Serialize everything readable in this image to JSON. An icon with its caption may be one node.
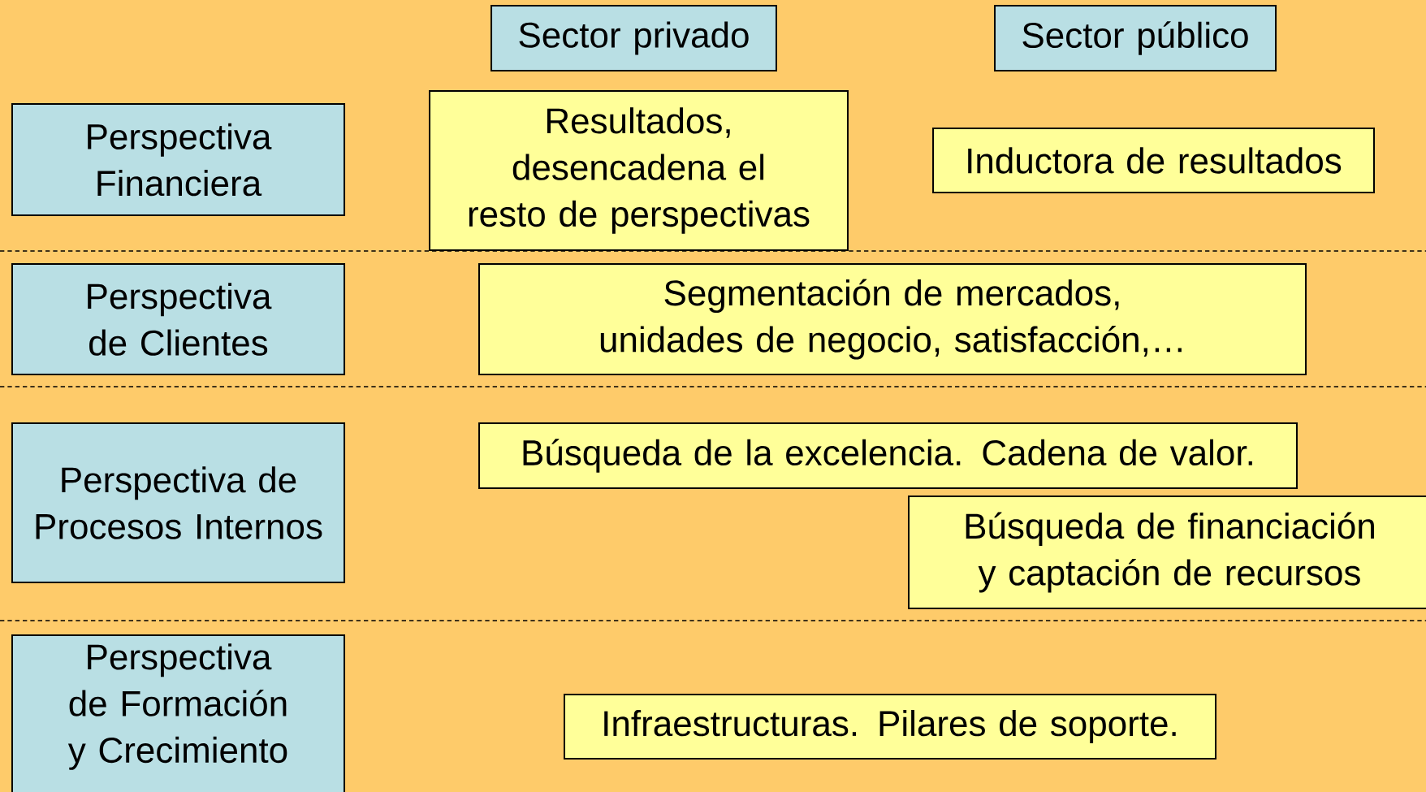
{
  "diagram": {
    "nodes": [
      {
        "text": [
          "Sector privado"
        ]
      },
      {
        "text": [
          "Sector público"
        ]
      },
      {
        "text": [
          "Perspectiva Financiera"
        ]
      },
      {
        "text": [
          "Resultados, desencadena el resto de perspectivas"
        ]
      },
      {
        "text": [
          "Inductora de resultados"
        ]
      },
      {
        "text": [
          "Perspectiva de Clientes"
        ]
      },
      {
        "text": [
          "Segmentación de mercados, unidades de negocio, satisfacción,…"
        ]
      },
      {
        "text": [
          "Perspectiva de Procesos Internos"
        ]
      },
      {
        "text": [
          "Búsqueda de la excelencia. Cadena de valor."
        ]
      },
      {
        "text": [
          "Búsqueda de financiación y captación de recursos"
        ]
      },
      {
        "text": [
          "Perspectiva de Formación y Crecimiento"
        ]
      },
      {
        "text": [
          "Infraestructuras. Pilares de soporte."
        ]
      }
    ]
  }
}
